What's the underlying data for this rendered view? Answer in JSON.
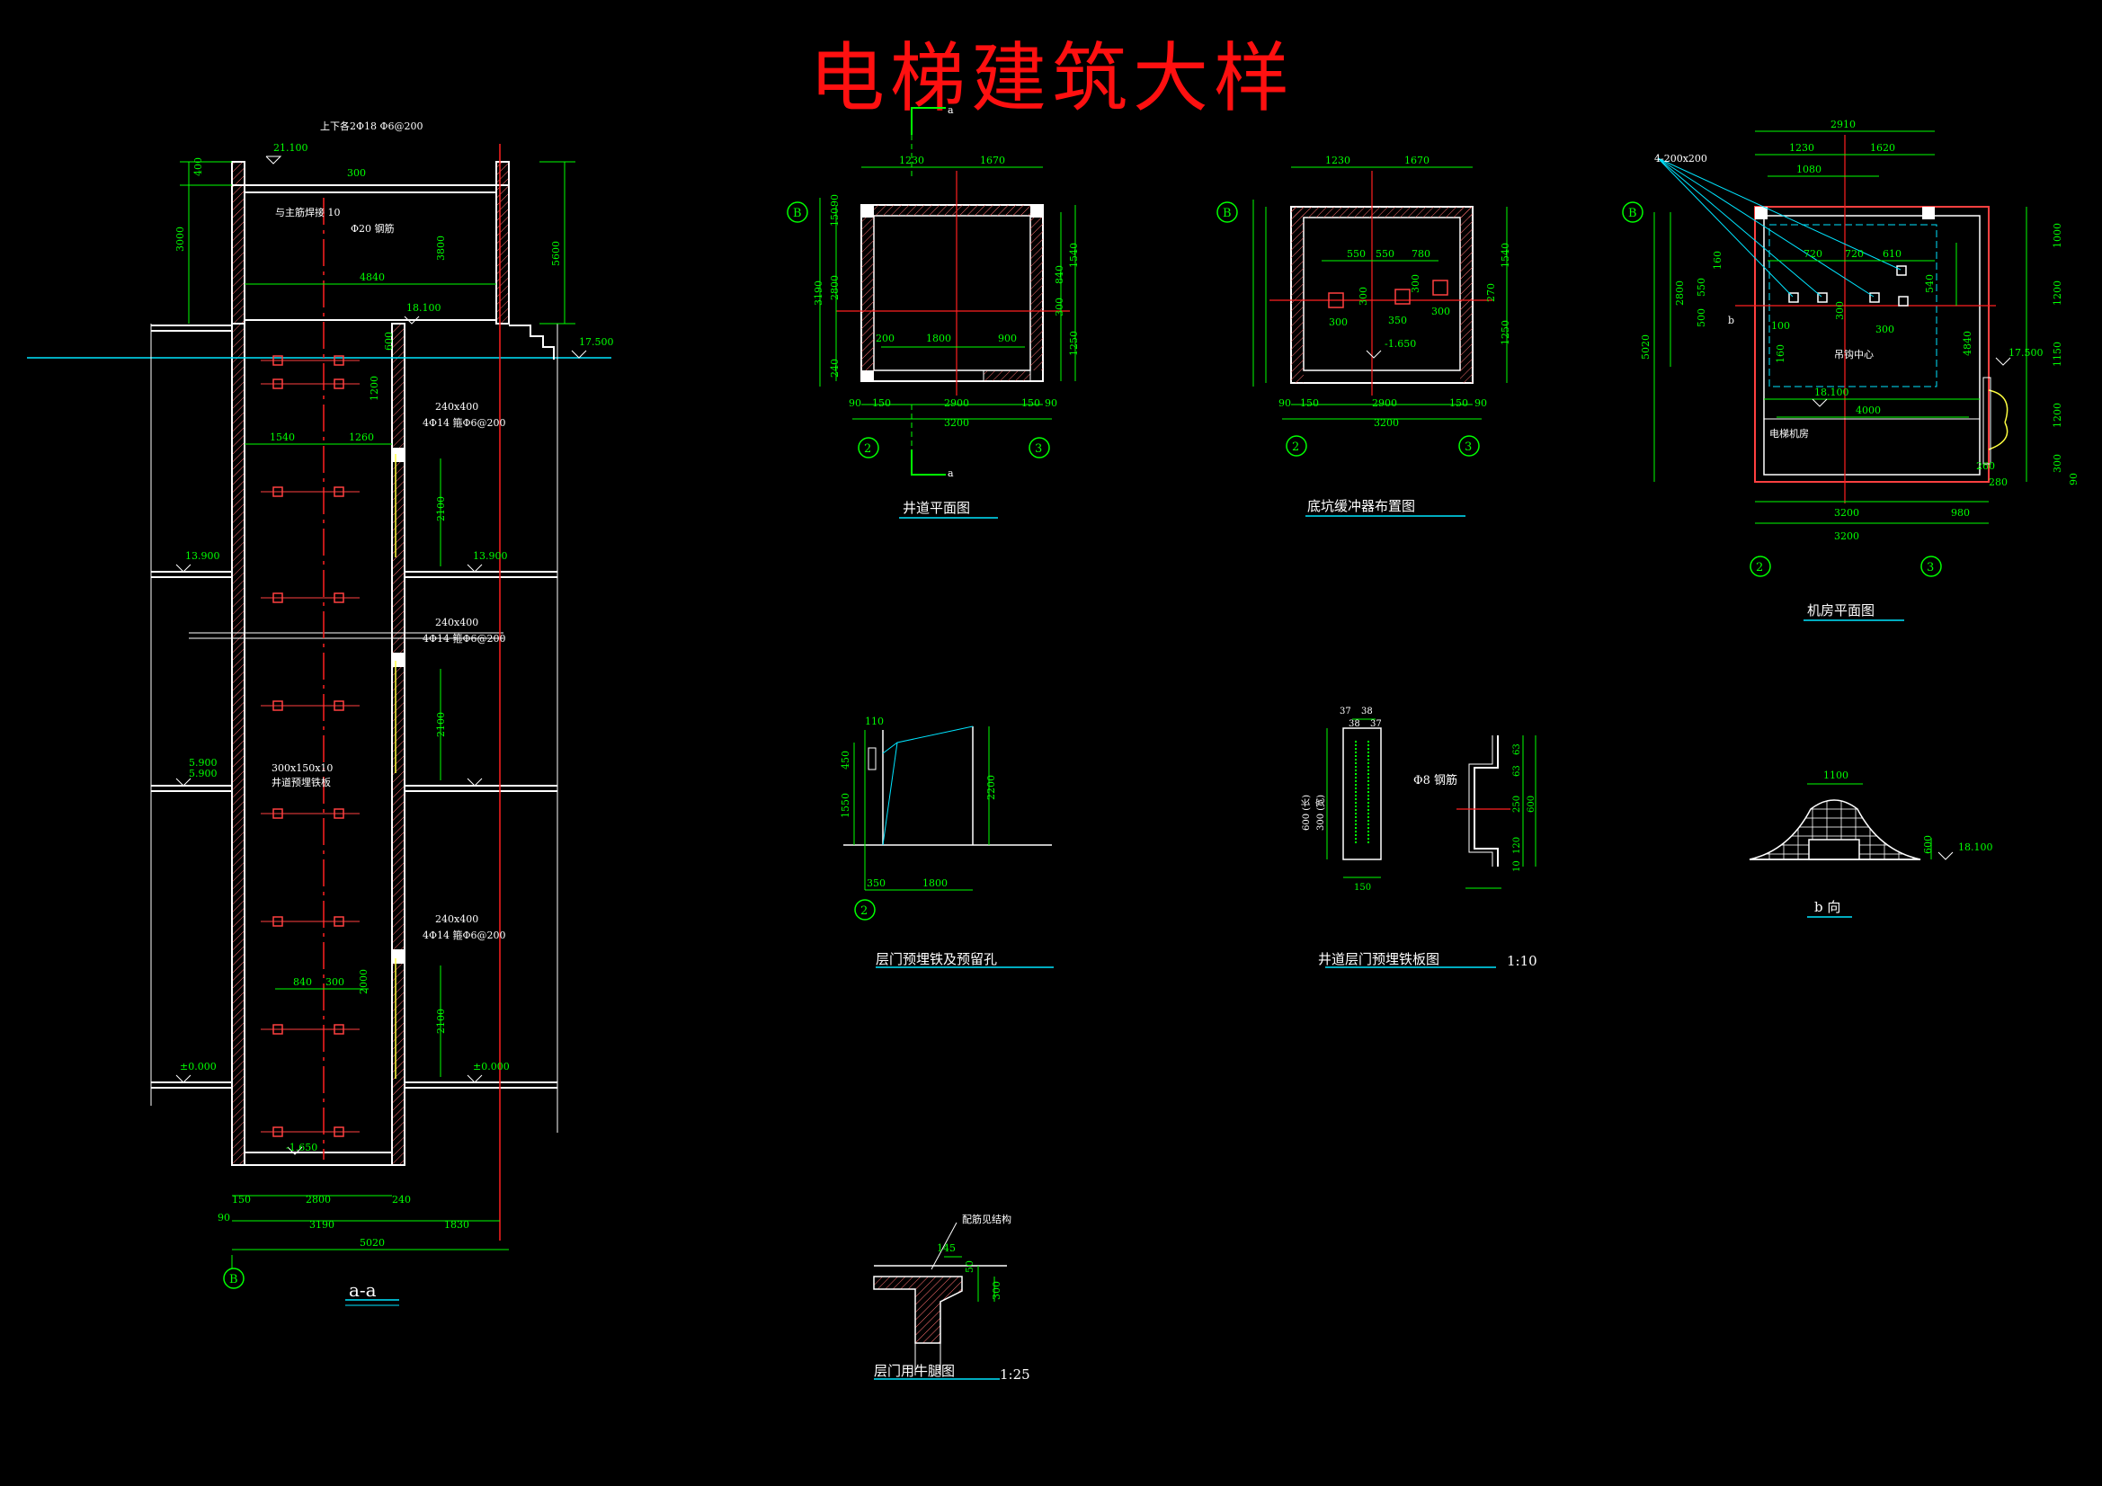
{
  "title": "电梯建筑大样",
  "colors": {
    "bg": "#000000",
    "wall": "#ffffff",
    "dim": "#00ff00",
    "text": "#ffffff",
    "axis": "#ff2020",
    "cyan": "#00e5ff",
    "yellow": "#ffff40",
    "hatch": "#ff6060"
  },
  "section_aa": {
    "label": "a-a",
    "note_top": "上下各2Φ18 Φ6@200",
    "note_anchor": "与主筋焊接 10",
    "note_rebar": "Φ20 钢筋",
    "elev_roof": "21.100",
    "elev_machine": "18.100",
    "elev_right": "17.500",
    "elev_floor2": "13.900",
    "elev_floor2_r": "13.900",
    "elev_floor1a": "5.900",
    "elev_floor1b": "5.900",
    "elev_ground": "±0.000",
    "elev_pit": "-1.650",
    "beam1": "240x400",
    "beam1_rebar": "4Φ14 箍Φ6@200",
    "beam2": "240x400",
    "beam2_rebar": "4Φ14 箍Φ6@200",
    "beam3": "240x400",
    "beam3_rebar": "4Φ14 箍Φ6@200",
    "plate_note1": "300x150x10",
    "plate_note2": "井道预埋铁板",
    "dims": {
      "d400": "400",
      "d3000": "3000",
      "d300a": "300",
      "d3800": "3800",
      "d5600": "5600",
      "d4840": "4840",
      "d1540": "1540",
      "d1260": "1260",
      "d2100a": "2100",
      "d2100b": "2100",
      "d2100c": "2100",
      "d840": "840",
      "d300b": "300",
      "d2000": "2000",
      "d150": "150",
      "d2800": "2800",
      "d240": "240",
      "d90": "90",
      "d3190": "3190",
      "d1830": "1830",
      "d5020": "5020",
      "d600": "600",
      "d1200": "1200"
    },
    "axis_label": "B"
  },
  "shaft_plan": {
    "label": "井道平面图",
    "section_mark": "a",
    "dims_top": [
      "1230",
      "1670"
    ],
    "dims_left": [
      "90",
      "150",
      "2800",
      "3190",
      "240"
    ],
    "dims_right": [
      "1540",
      "840",
      "300",
      "1250"
    ],
    "d_bottom_row": [
      "90",
      "150",
      "2900",
      "150",
      "90"
    ],
    "d_total": "3200",
    "d_mid": [
      "200",
      "1800",
      "900"
    ],
    "axes": [
      "B",
      "2",
      "3"
    ]
  },
  "pit_plan": {
    "label": "底坑缓冲器布置图",
    "dims_top": [
      "1230",
      "1670"
    ],
    "dims_row": [
      "550",
      "550",
      "780"
    ],
    "dims_small": [
      "300",
      "350",
      "300",
      "300",
      "300"
    ],
    "dims_right": [
      "1540",
      "270",
      "1250"
    ],
    "d_bottom_row": [
      "90",
      "150",
      "2900",
      "150",
      "90"
    ],
    "d_total": "3200",
    "elev": "-1.650",
    "axes": [
      "B",
      "2",
      "3"
    ]
  },
  "machine_plan": {
    "label": "机房平面图",
    "note_holes": "4-200x200",
    "dims_top": [
      "2910",
      "1230",
      "1620",
      "1080"
    ],
    "dims_row": [
      "720",
      "720",
      "610"
    ],
    "dims_left": [
      "2800",
      "5020",
      "550",
      "500",
      "160",
      "100",
      "160"
    ],
    "dims_right": [
      "1000",
      "1200",
      "1150",
      "1200",
      "300",
      "90"
    ],
    "dims_bottom": [
      "3200",
      "980",
      "3200",
      "260",
      "280"
    ],
    "d4000": "4000",
    "elev1": "17.500",
    "elev2": "18.100",
    "room": "电梯机房",
    "center": "吊钩中心",
    "label_b": "b",
    "d540": "540",
    "d300": "300",
    "d4840": "4840",
    "axes": [
      "B",
      "2",
      "3"
    ]
  },
  "door_embed": {
    "label": "层门预埋铁及预留孔",
    "dims": [
      "110",
      "450",
      "1550",
      "2200",
      "350",
      "1800"
    ],
    "axis": "2"
  },
  "plate_detail": {
    "label": "井道层门预埋铁板图",
    "scale": "1:10",
    "dims": [
      "37",
      "38",
      "38",
      "37",
      "150",
      "600 (长)",
      "300 (宽)",
      "63",
      "63",
      "250",
      "600",
      "120",
      "10"
    ],
    "rebar": "Φ8 钢筋"
  },
  "b_view": {
    "label": "b 向",
    "dims": [
      "1100",
      "600"
    ],
    "elev": "18.100"
  },
  "corbel": {
    "label": "层门用牛腿图",
    "scale": "1:25",
    "note": "配筋见结构",
    "dims": [
      "145",
      "50",
      "300"
    ]
  }
}
